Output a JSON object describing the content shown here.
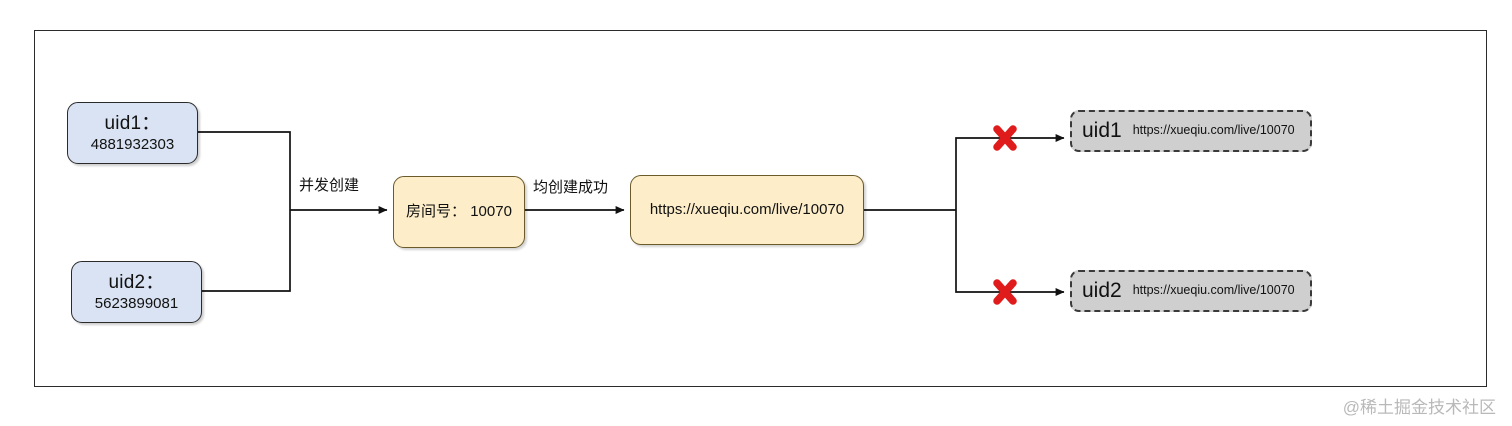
{
  "diagram": {
    "title_watermark": "@稀土掘金技术社区",
    "nodes": {
      "user1": {
        "label": "uid1：",
        "value": "4881932303"
      },
      "user2": {
        "label": "uid2：",
        "value": "5623899081"
      },
      "room": {
        "label": "房间号： 10070"
      },
      "url": {
        "label": "https://xueqiu.com/live/10070"
      },
      "result1": {
        "uid": "uid1",
        "url": "https://xueqiu.com/live/10070"
      },
      "result2": {
        "uid": "uid2",
        "url": "https://xueqiu.com/live/10070"
      }
    },
    "edges": {
      "concurrent_create": "并发创建",
      "both_created": "均创建成功"
    },
    "markers": {
      "fail1": "✕",
      "fail2": "✕"
    },
    "colors": {
      "blue_fill": "#dae3f3",
      "yellow_fill": "#fdeec9",
      "gray_fill": "#cfcfcf",
      "line": "#111111",
      "error": "#e01b1b",
      "frame": "#2b2b2b"
    }
  }
}
